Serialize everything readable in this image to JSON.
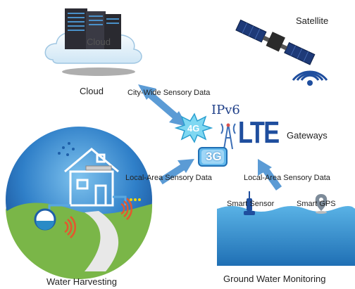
{
  "cloud": {
    "inner_label": "Cloud",
    "caption": "Cloud"
  },
  "satellite": {
    "label": "Satellite"
  },
  "links": {
    "city_wide": "City-Wide Sensory Data",
    "local_area_left": "Local-Area Sensory Data",
    "local_area_right": "Local-Area Sensory Data"
  },
  "gateways": {
    "ipv6": "IPv6",
    "badge_4g": "4G",
    "badge_3g": "3G",
    "lte": "LTE",
    "label": "Gateways"
  },
  "water_harvesting": {
    "label": "Water Harvesting"
  },
  "ground_water": {
    "smart_sensor": "Smart Sensor",
    "smart_gps": "Smart GPS",
    "label": "Ground Water Monitoring"
  },
  "colors": {
    "arrow": "#5b9bd5",
    "lte": "#1f4e9e",
    "badge_4g": "#4fc3e8",
    "badge_3g": "#3aa0d8",
    "water": "#2a8bc6",
    "sky": "#1e5fa8",
    "grass": "#8bc34a"
  }
}
